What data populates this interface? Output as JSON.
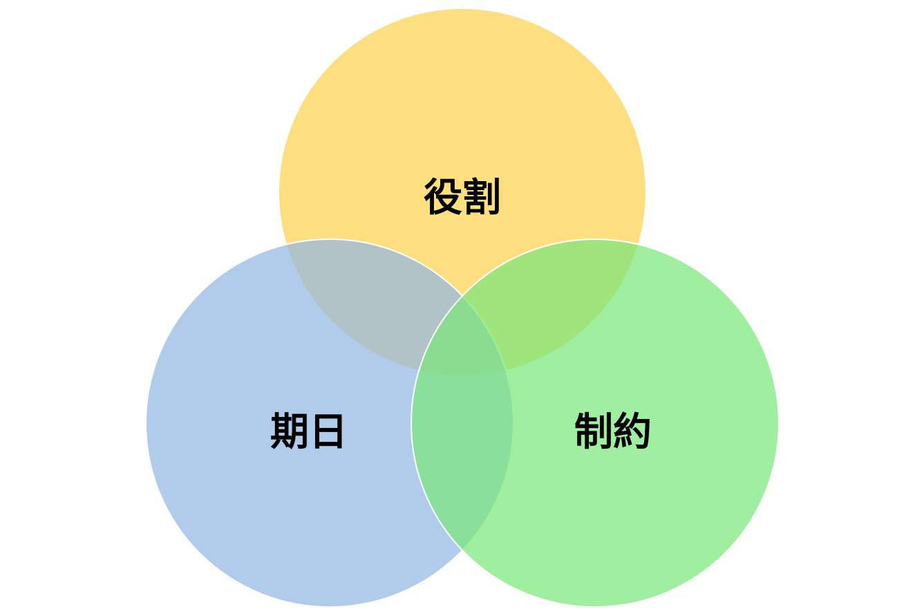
{
  "diagram": {
    "type": "venn",
    "sets": [
      {
        "id": "top",
        "label": "役割",
        "color": "#FCD34D"
      },
      {
        "id": "left",
        "label": "期日",
        "color": "#93B9E3"
      },
      {
        "id": "right",
        "label": "制約",
        "color": "#7CE87C"
      }
    ]
  }
}
